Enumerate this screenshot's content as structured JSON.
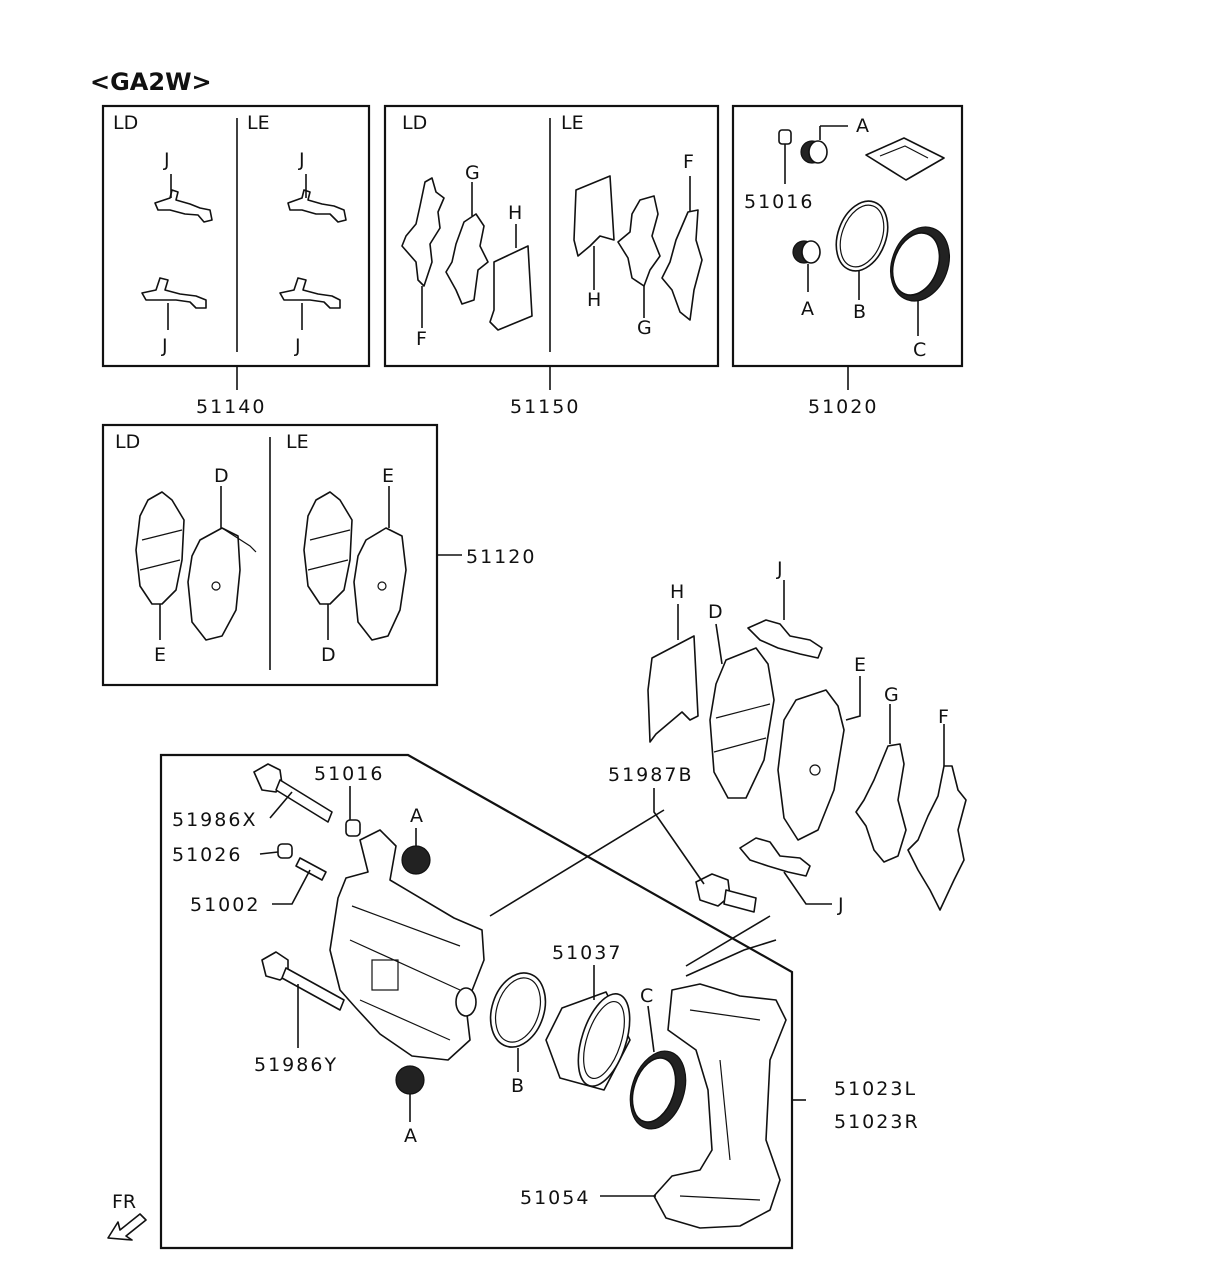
{
  "title": "<GA2W>",
  "sides": {
    "ld": "LD",
    "le": "LE"
  },
  "kits": [
    {
      "number": "51140"
    },
    {
      "number": "51150"
    },
    {
      "number": "51020"
    },
    {
      "number": "51120"
    }
  ],
  "letters": {
    "a": "A",
    "b": "B",
    "c": "C",
    "d": "D",
    "e": "E",
    "f": "F",
    "g": "G",
    "h": "H",
    "j": "J"
  },
  "parts": {
    "p51016": "51016",
    "p51986x": "51986X",
    "p51026": "51026",
    "p51002": "51002",
    "p51986y": "51986Y",
    "p51037": "51037",
    "p51987b": "51987B",
    "p51023l": "51023L",
    "p51023r": "51023R",
    "p51054": "51054"
  },
  "fr": "FR"
}
